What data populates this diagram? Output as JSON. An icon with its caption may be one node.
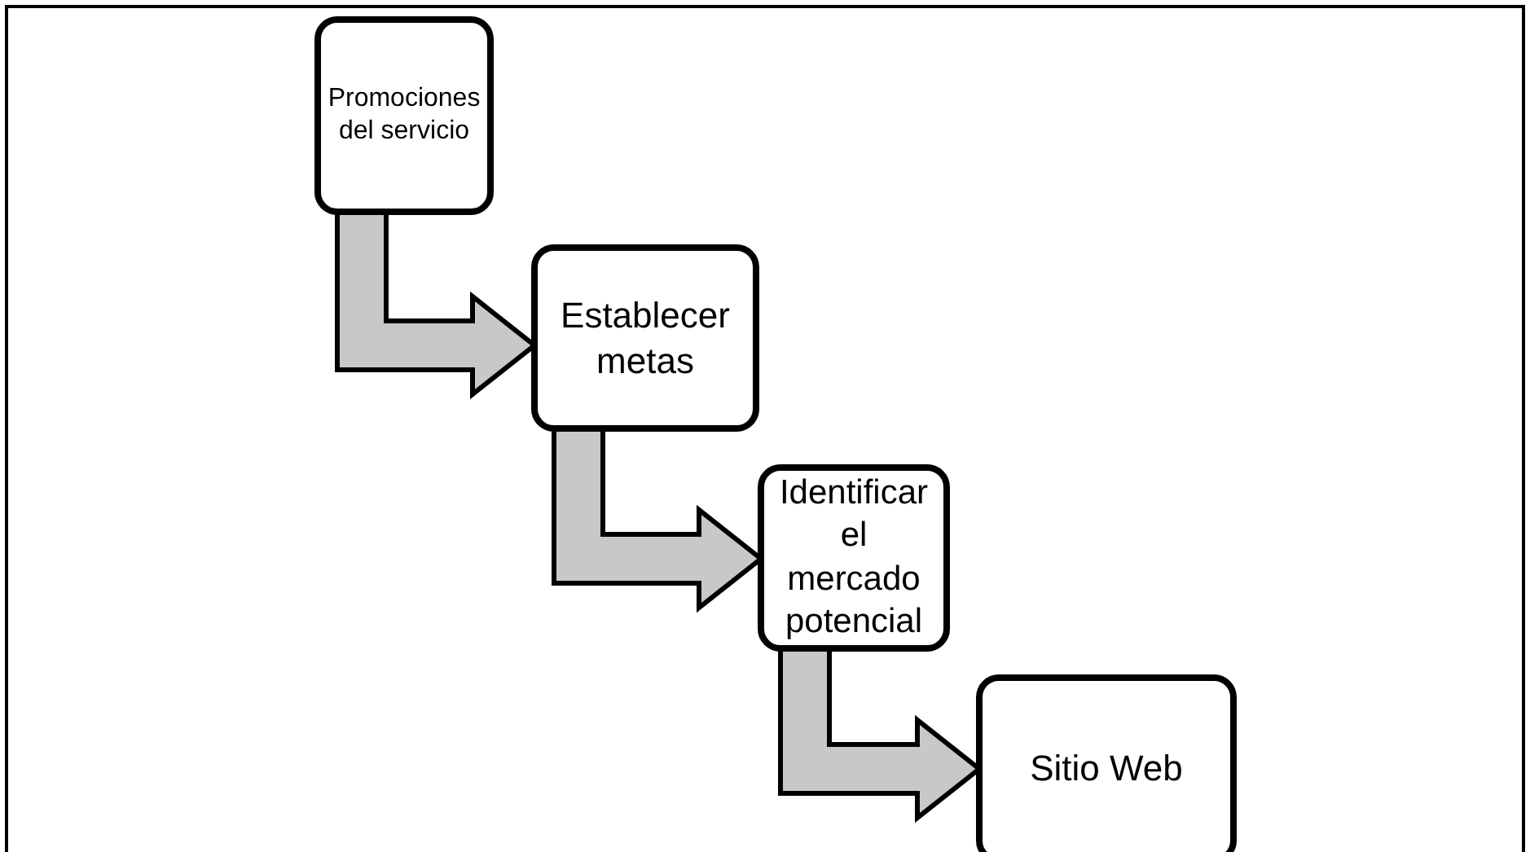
{
  "diagram": {
    "nodes": [
      {
        "text": [
          "Promociones del servicio"
        ]
      },
      {
        "text": [
          "Establecer metas"
        ]
      },
      {
        "text": [
          "Identificar el mercado potencial"
        ]
      },
      {
        "text": [
          "Sitio Web"
        ]
      }
    ],
    "edges": [
      {
        "from": 0,
        "to": 1,
        "arrow": "to"
      },
      {
        "from": 1,
        "to": 2,
        "arrow": "to"
      },
      {
        "from": 2,
        "to": 3,
        "arrow": "to"
      }
    ]
  }
}
